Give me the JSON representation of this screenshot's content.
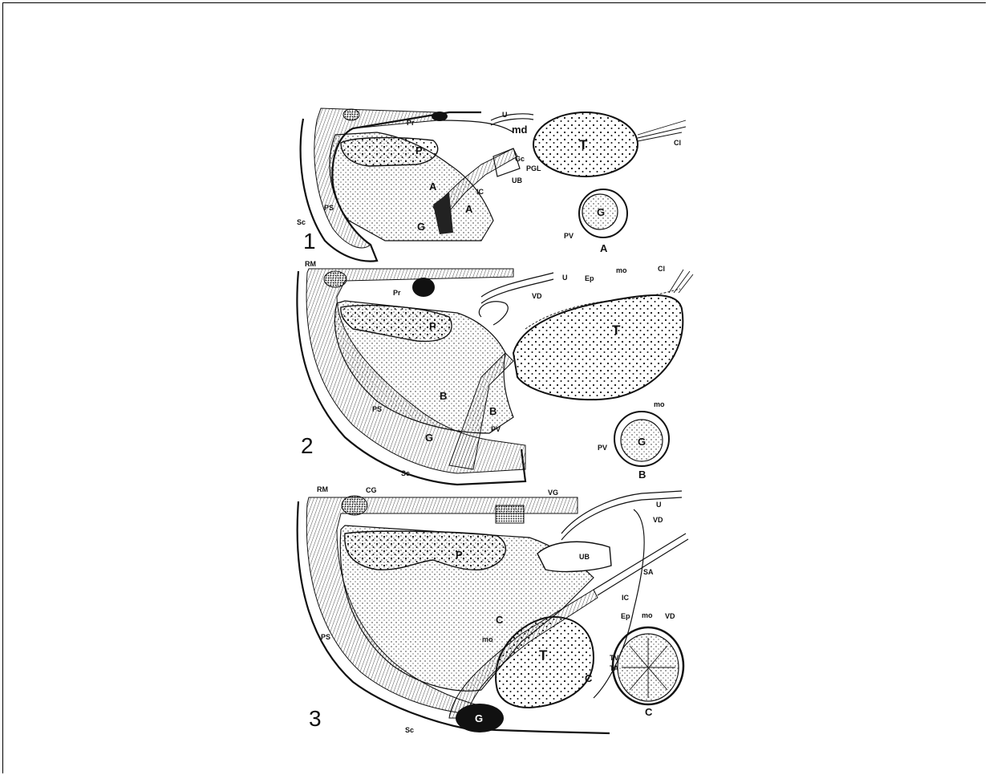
{
  "figure_numbers": [
    "1",
    "2",
    "3"
  ],
  "fig1": {
    "labels": {
      "Pr": "Pr",
      "U": "U",
      "md": "md",
      "T": "T",
      "Cl": "Cl",
      "P": "P",
      "Gc": "Gc",
      "PGL": "PGL",
      "UB": "UB",
      "A1": "A",
      "IC": "IC",
      "PS": "PS",
      "Sc": "Sc",
      "G": "G",
      "A2": "A"
    },
    "inset": {
      "G": "G",
      "PV": "PV",
      "caption": "A"
    }
  },
  "fig2": {
    "labels": {
      "RM": "RM",
      "U": "U",
      "Ep": "Ep",
      "mo": "mo",
      "Cl": "Cl",
      "Pr": "Pr",
      "VD": "VD",
      "P": "P",
      "T": "T",
      "B1": "B",
      "B2": "B",
      "PS": "PS",
      "PV": "PV",
      "G": "G",
      "Sc": "Sc"
    },
    "inset": {
      "mo": "mo",
      "G": "G",
      "PV": "PV",
      "caption": "B"
    }
  },
  "fig3": {
    "labels": {
      "RM": "RM",
      "CG": "CG",
      "VG": "VG",
      "U": "U",
      "VD": "VD",
      "P": "P",
      "UB": "UB",
      "SA": "SA",
      "IC": "IC",
      "C": "C",
      "mo": "mo",
      "T": "T",
      "PS": "PS",
      "Sc": "Sc",
      "G": "G",
      "C2": "C"
    },
    "inset": {
      "Ep": "Ep",
      "mo": "mo",
      "VD": "VD",
      "TV": "TV",
      "TA": "TA",
      "caption": "C"
    }
  }
}
